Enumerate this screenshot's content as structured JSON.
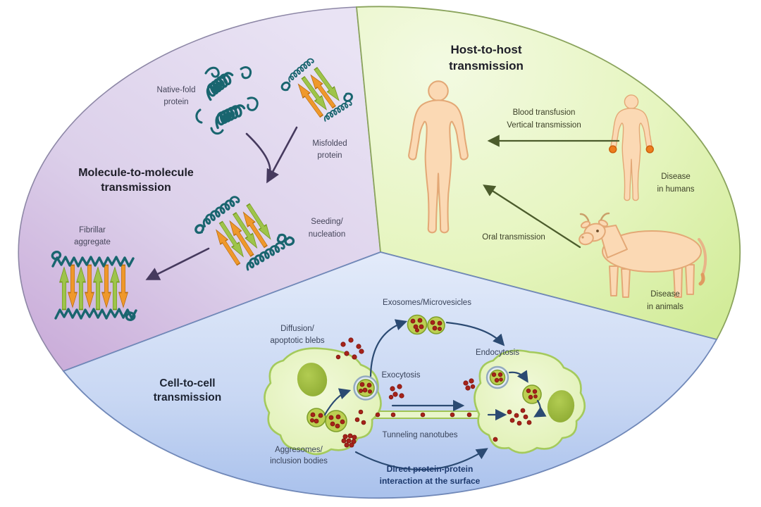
{
  "diagram": {
    "sectors": {
      "molecule": {
        "title": [
          "Molecule-to-molecule",
          "transmission"
        ],
        "labels": {
          "native_fold": [
            "Native-fold",
            "protein"
          ],
          "misfolded": [
            "Misfolded",
            "protein"
          ],
          "seeding": [
            "Seeding/",
            "nucleation"
          ],
          "fibrillar": [
            "Fibrillar",
            "aggregate"
          ]
        }
      },
      "host": {
        "title": [
          "Host-to-host",
          "transmission"
        ],
        "labels": {
          "blood": [
            "Blood transfusion",
            "Vertical transmission"
          ],
          "oral": [
            "Oral transmission"
          ],
          "disease_humans": [
            "Disease",
            "in humans"
          ],
          "disease_animals": [
            "Disease",
            "in animals"
          ]
        }
      },
      "cell": {
        "title": [
          "Cell-to-cell",
          "transmission"
        ],
        "labels": {
          "exosomes": [
            "Exosomes/Microvesicles"
          ],
          "diffusion": [
            "Diffusion/",
            "apoptotic blebs"
          ],
          "endocytosis": [
            "Endocytosis"
          ],
          "exocytosis": [
            "Exocytosis"
          ],
          "tunneling": [
            "Tunneling nanotubes"
          ],
          "aggresomes": [
            "Aggresomes/",
            "inclusion bodies"
          ],
          "direct": [
            "Direct protein-protein",
            "interaction at the surface"
          ]
        }
      }
    },
    "figures": {
      "native_protein": "coiled native-fold protein",
      "misfolded_protein": "beta-sheet misfolded protein",
      "seeding_aggregate": "beta-sheet seeding oligomer",
      "fibrillar_aggregate": "amyloid fibril",
      "human_recipient": "human silhouette",
      "human_diseased": "human silhouette with affected hands",
      "cow": "cow silhouette",
      "donor_cell": "donor cell with nucleus and vesicles",
      "recipient_cell": "recipient cell with nucleus and vesicles",
      "exosome_vesicles": "exosome vesicles carrying aggregates",
      "tunneling_nanotube": "membrane nanotube bridge"
    },
    "palette": {
      "sector_purple": "#d9c7e6",
      "sector_green": "#dcf1a5",
      "sector_blue": "#bfd2f0",
      "protein_teal": "#19656f",
      "strand_orange": "#ef982b",
      "strand_green": "#9ec44a",
      "skin": "#fbd9b4",
      "cell_green": "#e9f5cc",
      "nucleus_olive": "#9cb838",
      "aggregate_red": "#a6231a",
      "arrow_navy": "#2b4a72",
      "arrow_purple": "#463a5e",
      "arrow_olive": "#4c5c2c"
    }
  }
}
